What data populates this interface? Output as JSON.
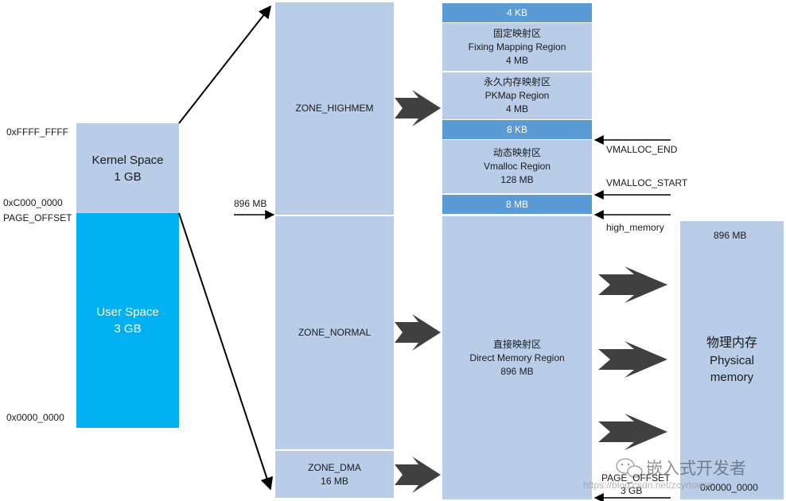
{
  "address_labels": {
    "top": "0xFFFF_FFFF",
    "mid": "0xC000_0000",
    "page_offset": "PAGE_OFFSET",
    "bottom": "0x0000_0000"
  },
  "virtual_space": {
    "kernel": {
      "line1": "Kernel Space",
      "line2": "1 GB"
    },
    "user": {
      "line1": "User Space",
      "line2": "3 GB"
    }
  },
  "zones": {
    "marker": "896 MB",
    "highmem": "ZONE_HIGHMEM",
    "normal": "ZONE_NORMAL",
    "dma": {
      "line1": "ZONE_DMA",
      "line2": "16 MB"
    }
  },
  "regions": {
    "gap_4kb": "4 KB",
    "fixmap": {
      "zh": "固定映射区",
      "en": "Fixing Mapping Region",
      "size": "4 MB"
    },
    "pkmap": {
      "zh": "永久内存映射区",
      "en": "PKMap Region",
      "size": "4 MB"
    },
    "gap_8kb": "8 KB",
    "vmalloc": {
      "zh": "动态映射区",
      "en": "Vmalloc Region",
      "size": "128 MB"
    },
    "gap_8mb": "8 MB",
    "direct": {
      "zh": "直接映射区",
      "en": "Direct Memory Region",
      "size": "896 MB"
    }
  },
  "pointers": {
    "vmalloc_end": "VMALLOC_END",
    "vmalloc_start": "VMALLOC_START",
    "high_memory": "high_memory",
    "page_offset": "PAGE_OFFSET",
    "page_offset_size": "3 GB"
  },
  "physical": {
    "top": "896 MB",
    "zh": "物理内存",
    "en1": "Physical",
    "en2": "memory",
    "bottom": "0x0000_0000"
  },
  "watermark": {
    "wechat": "嵌入式开发者",
    "url": "https://blog.csdn.net/zcyrtower"
  },
  "colors": {
    "light_block": "#b9cde8",
    "dark_header": "#5b9bd5",
    "user_space": "#00b0f0",
    "arrow": "#404040"
  }
}
